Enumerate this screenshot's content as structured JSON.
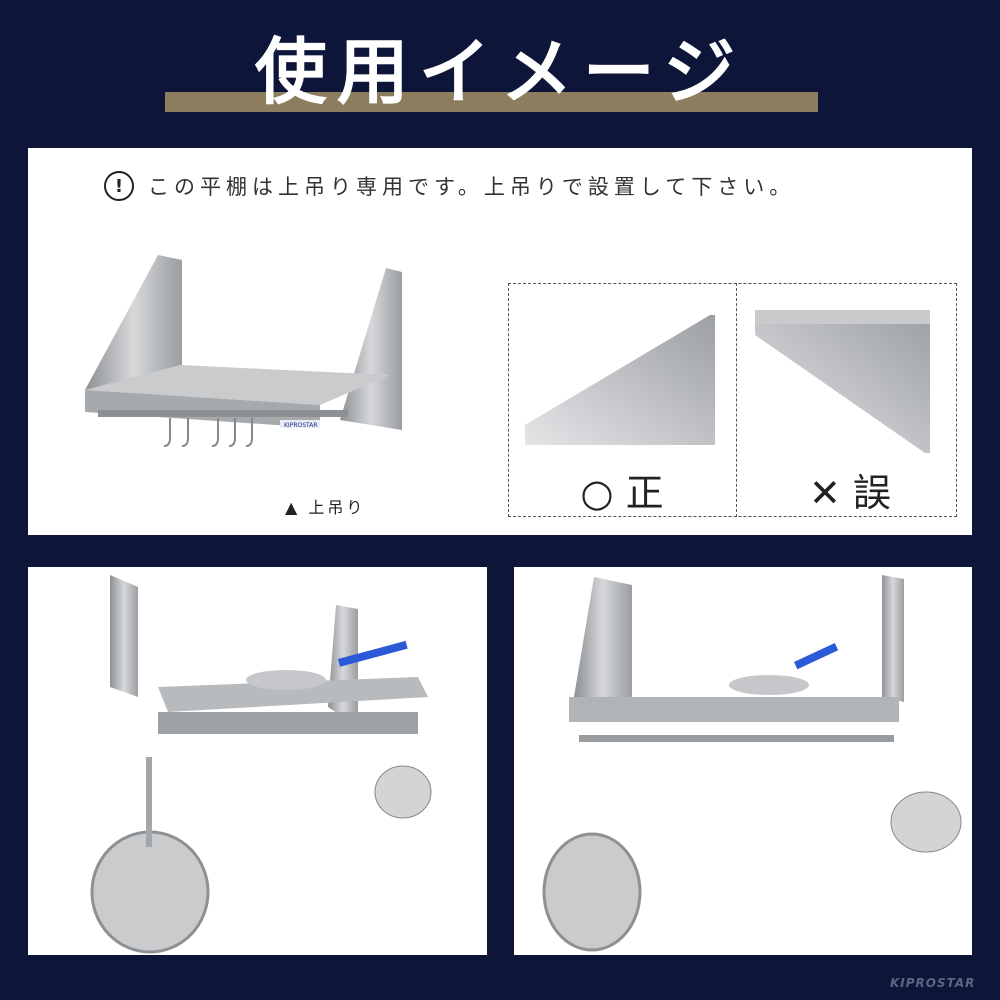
{
  "title": "使用イメージ",
  "notice": {
    "icon": "exclamation-circle-icon",
    "text": "この平棚は上吊り専用です。上吊りで設置して下さい。"
  },
  "product_caption": "▲ 上吊り",
  "comparison": {
    "correct": {
      "label": "○ 正"
    },
    "wrong": {
      "label": "✕ 誤"
    }
  },
  "shelf_logo": "KIPROSTAR",
  "brand": "KIPROSTAR",
  "colors": {
    "background": "#0d1538",
    "accent": "#8b7d5e",
    "panel": "#ffffff"
  }
}
